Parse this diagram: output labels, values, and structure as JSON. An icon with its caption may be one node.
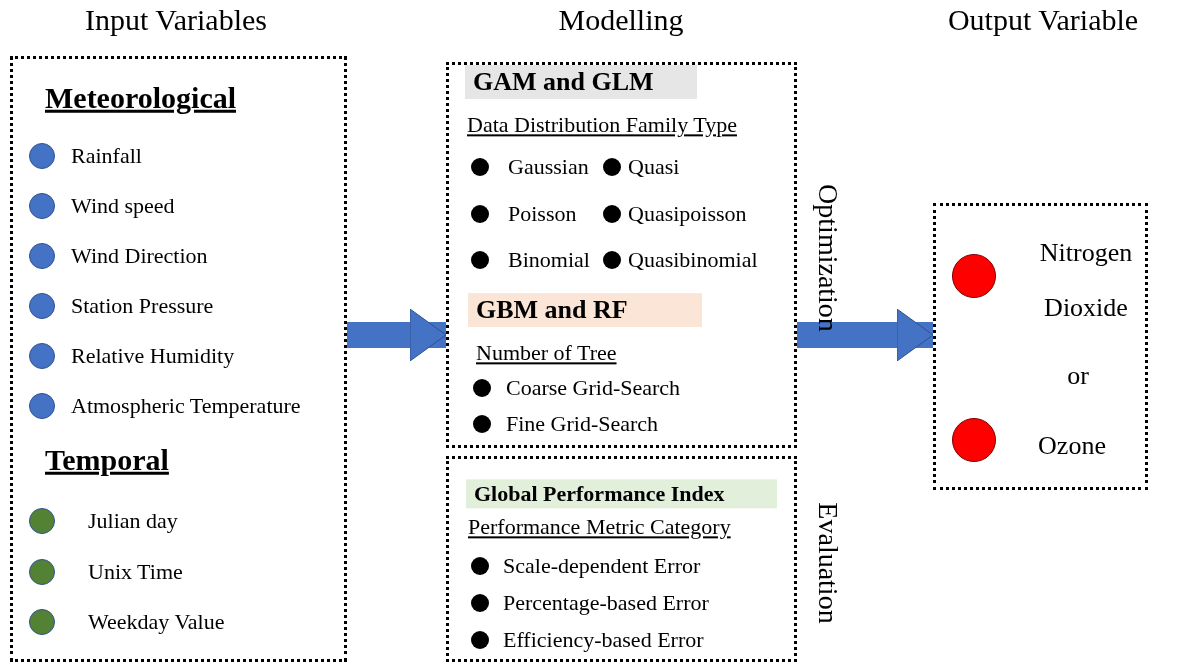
{
  "diagram": {
    "nodes": [
      {
        "text": [
          "Input Variables",
          "Meteorological",
          "Rainfall",
          "Wind speed",
          "Wind Direction",
          "Station Pressure",
          "Relative Humidity",
          "Atmospheric Temperature",
          "Temporal",
          "Julian day",
          "Unix Time",
          "Weekday Value"
        ]
      },
      {
        "text": [
          "Modelling",
          "GAM and GLM",
          "Data Distribution Family Type",
          "Gaussian",
          "Quasi",
          "Poisson",
          "Quasipoisson",
          "Binomial",
          "Quasibinomial",
          "GBM and RF",
          "Number of Tree",
          "Coarse Grid-Search",
          "Fine Grid-Search"
        ],
        "beside": [
          "Optimization"
        ]
      },
      {
        "text": [
          "Global Performance Index",
          "Performance Metric Category",
          "Scale-dependent Error",
          "Percentage-based Error",
          "Efficiency-based Error"
        ],
        "beside": [
          "Evaluation"
        ]
      },
      {
        "text": [
          "Output Variable",
          "Nitrogen Dioxide",
          "or",
          "Ozone"
        ]
      }
    ],
    "edges": [
      {
        "from": 0,
        "to": 1,
        "arrow": "to"
      },
      {
        "from": 1,
        "to": 3,
        "arrow": "to"
      }
    ]
  }
}
